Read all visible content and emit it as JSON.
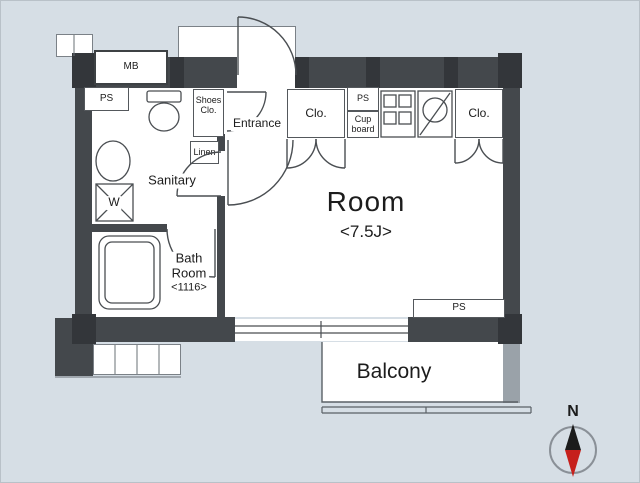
{
  "floorplan": {
    "labels": {
      "mb": "MB",
      "ps_top": "PS",
      "shoes_1": "Shoes",
      "shoes_2": "Clo.",
      "entrance": "Entrance",
      "clo_left": "Clo.",
      "ps_kitchen": "PS",
      "cup_1": "Cup",
      "cup_2": "board",
      "clo_right": "Clo.",
      "linen": "Linen",
      "sanitary": "Sanitary",
      "washer": "W",
      "room_name": "Room",
      "room_size": "<7.5J>",
      "bath_1": "Bath",
      "bath_2": "Room",
      "bath_size": "<1116>",
      "ps_bottom": "PS",
      "balcony": "Balcony",
      "north": "N"
    },
    "colors": {
      "background": "#d6dee5",
      "wall": "#44484c",
      "wall_dark": "#33363a",
      "floor": "#ffffff",
      "thin_line": "#54585c",
      "compass_red": "#c6201c",
      "compass_dark": "#1b1b1b"
    }
  }
}
